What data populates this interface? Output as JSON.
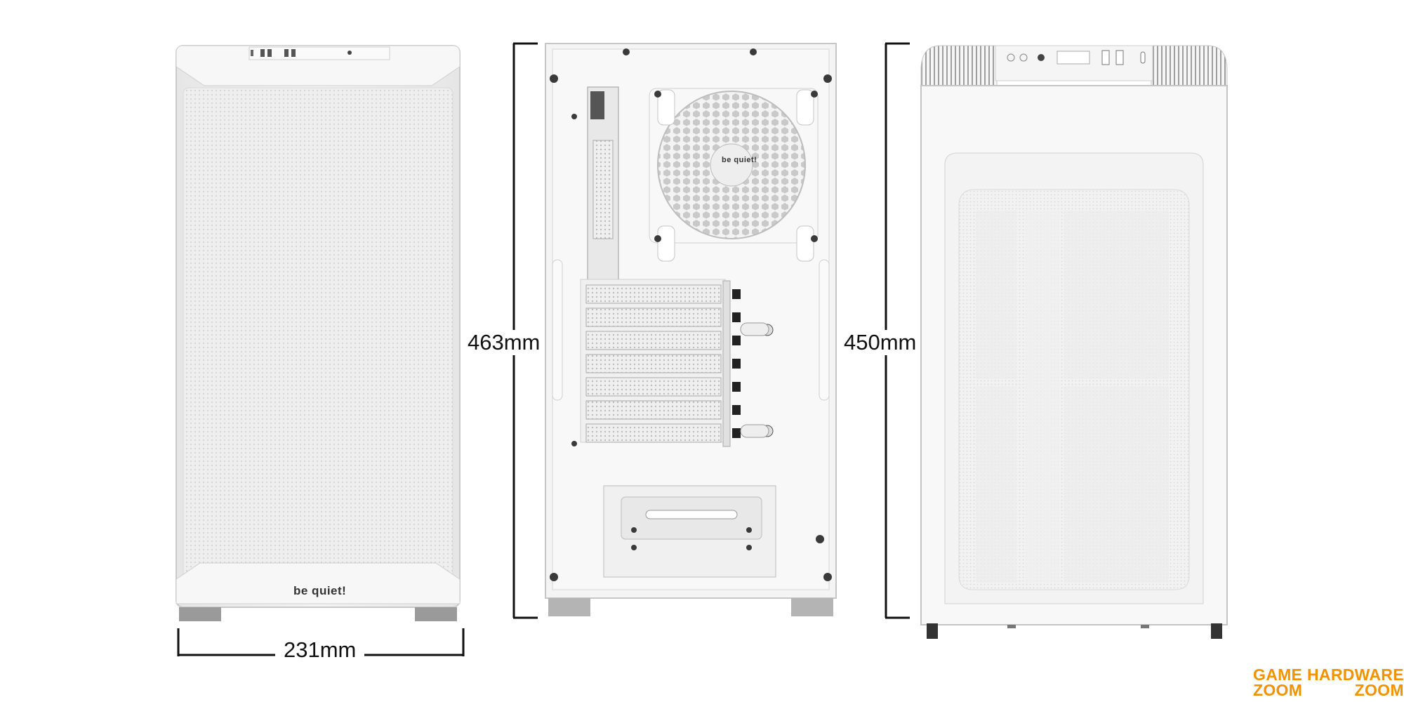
{
  "views": {
    "front": {
      "brand": "be quiet!"
    },
    "rear": {
      "fan_brand": "be quiet!"
    }
  },
  "dimensions": {
    "width": "231mm",
    "height_total": "463mm",
    "height_body": "450mm"
  },
  "watermarks": {
    "left": {
      "line1": "GAME",
      "line2": "ZOOM"
    },
    "right": {
      "line1": "HARDWARE",
      "line2": "ZOOM"
    }
  },
  "colors": {
    "accent": "#f39200",
    "case": "#f2f2f2",
    "outline": "#bdbdbd",
    "dimension": "#111111"
  }
}
